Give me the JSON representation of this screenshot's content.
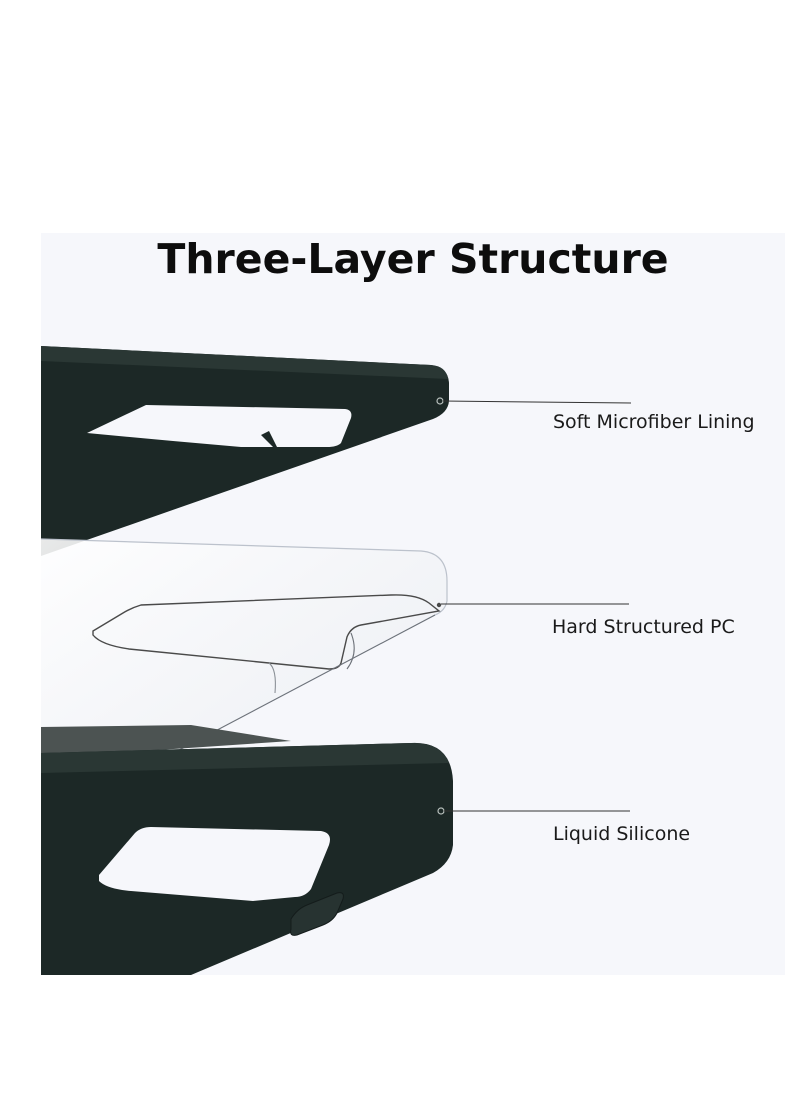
{
  "title": "Three-Layer Structure",
  "layers": [
    {
      "label": "Soft Microfiber Lining"
    },
    {
      "label": "Hard Structured PC"
    },
    {
      "label": "Liquid Silicone"
    }
  ],
  "colors": {
    "background": "#f6f7fb",
    "case_dark": "#1c2826",
    "clear_edge": "#4a4a4a",
    "text": "#1a1a1a"
  }
}
